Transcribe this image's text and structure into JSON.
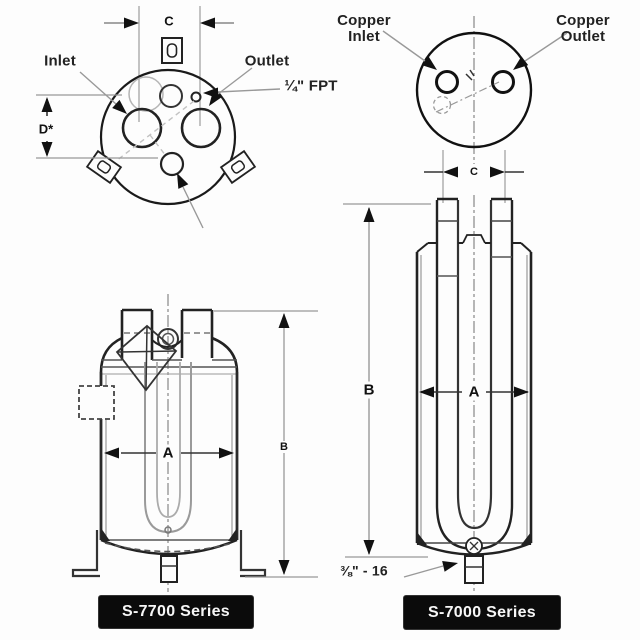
{
  "drawing": {
    "s7700": {
      "top_view": {
        "inlet": "Inlet",
        "outlet": "Outlet",
        "fpt": "¼\" FPT",
        "dim_c": "C",
        "dim_d": "D*"
      },
      "side_view": {
        "dim_a": "A",
        "dim_b": "B"
      },
      "series": "S-7700 Series"
    },
    "s7000": {
      "top_view": {
        "copper_inlet_line1": "Copper",
        "copper_inlet_line2": "Inlet",
        "copper_outlet_line1": "Copper",
        "copper_outlet_line2": "Outlet",
        "dim_c": "C"
      },
      "side_view": {
        "dim_a": "A",
        "dim_b": "B",
        "thread": "⅜\" - 16"
      },
      "series": "S-7000 Series"
    }
  }
}
